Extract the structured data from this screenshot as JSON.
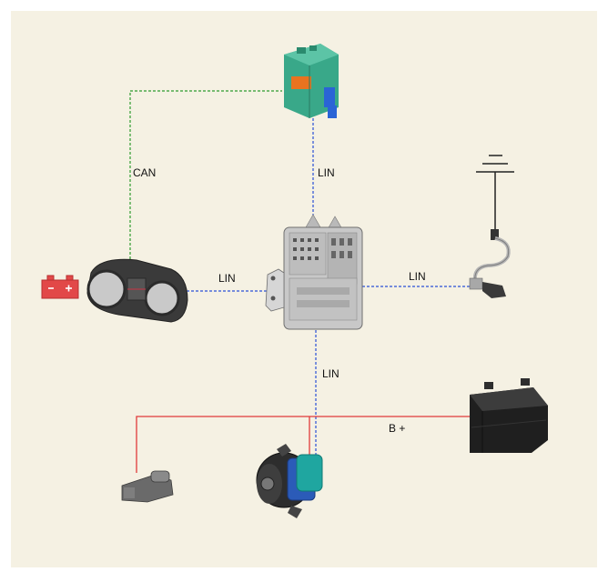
{
  "diagram": {
    "colors": {
      "panel": "#f5f1e3",
      "can_line": "#2e9b2e",
      "lin_line": "#2a4fd6",
      "power_line": "#e03a3a"
    },
    "labels": {
      "can": "CAN",
      "lin_top": "LIN",
      "lin_left": "LIN",
      "lin_right": "LIN",
      "lin_bottom": "LIN",
      "b_plus": "B +"
    },
    "components": [
      {
        "id": "bcm",
        "name": "body-control-module",
        "icon": "ecu-module-icon"
      },
      {
        "id": "junction",
        "name": "junction-box",
        "icon": "fuse-relay-box-icon"
      },
      {
        "id": "cluster",
        "name": "instrument-cluster",
        "icon": "gauge-cluster-icon"
      },
      {
        "id": "battery_warning",
        "name": "battery-warning-lamp",
        "icon": "battery-warning-icon"
      },
      {
        "id": "sensor",
        "name": "battery-sensor",
        "icon": "battery-sensor-icon"
      },
      {
        "id": "ground",
        "name": "ground",
        "icon": "ground-symbol-icon"
      },
      {
        "id": "battery",
        "name": "battery",
        "icon": "car-battery-icon"
      },
      {
        "id": "starter",
        "name": "starter-motor",
        "icon": "starter-motor-icon"
      },
      {
        "id": "alternator",
        "name": "alternator",
        "icon": "alternator-icon"
      }
    ]
  }
}
